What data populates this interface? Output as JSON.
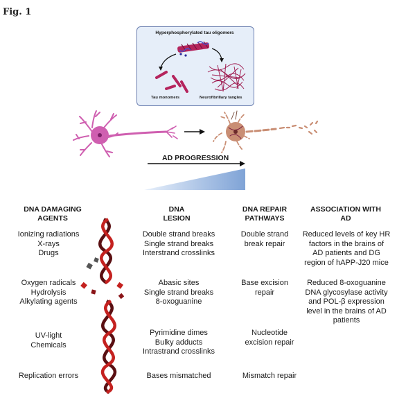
{
  "figure": {
    "label": "Fig. 1"
  },
  "inset": {
    "title": "Hyperphosphorylated tau oligomers",
    "left_label": "Tau monomers",
    "right_label": "Neurofibrillary tangles"
  },
  "progress_label": "AD PROGRESSION",
  "columns": {
    "damaging": "DNA DAMAGING\nAGENTS",
    "lesion": "DNA\nLESION",
    "repair": "DNA REPAIR\nPATHWAYS",
    "association": "ASSOCIATION WITH\nAD"
  },
  "rows": [
    {
      "damaging": "Ionizing radiations\nX-rays\nDrugs",
      "lesion": "Double strand breaks\nSingle strand breaks\nInterstrand crosslinks",
      "repair": "Double strand\nbreak repair",
      "association": "Reduced levels of key HR\nfactors in the brains of\nAD patients and DG\nregion of hAPP-J20 mice"
    },
    {
      "damaging": "Oxygen radicals\nHydrolysis\nAlkylating agents",
      "lesion": "Abasic sites\nSingle strand breaks\n8-oxoguanine",
      "repair": "Base excision\nrepair",
      "association": "Reduced 8-oxoguanine\nDNA glycosylase activity\nand POL-β expression\nlevel in the brains of AD\npatients"
    },
    {
      "damaging": "UV-light\nChemicals",
      "lesion": "Pyrimidine dimes\nBulky adducts\nIntrastrand crosslinks",
      "repair": "Nucleotide\nexcision repair",
      "association": ""
    },
    {
      "damaging": "Replication errors",
      "lesion": "Bases mismatched",
      "repair": "Mismatch repair",
      "association": ""
    }
  ],
  "colors": {
    "neuron_healthy": "#cf5fb0",
    "neuron_degenerating": "#c98e74",
    "tau": "#b5245d",
    "dna_dark": "#5a0f12",
    "dna_red": "#c4211f",
    "gradient": "#7fa3d6"
  }
}
